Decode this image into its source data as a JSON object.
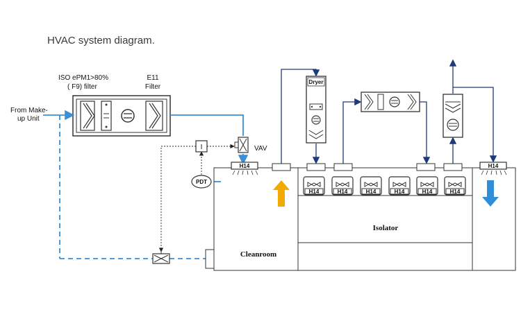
{
  "title": "HVAC system diagram.",
  "labels": {
    "from_makeup_line1": "From Make-",
    "from_makeup_line2": "up Unit",
    "prefilter_line1": "ISO ePM1>80%",
    "prefilter_line2": "( F9) filter",
    "final_filter_line1": "E11",
    "final_filter_line2": "Filter",
    "vav": "VAV",
    "pdt": "PDT",
    "controller": "I",
    "dryer": "Dryer",
    "cleanroom": "Cleanroom",
    "isolator": "Isolator",
    "hepa": "H14"
  },
  "colors": {
    "supply_air": "#3b8fd4",
    "return_air": "#1f3a7a",
    "upflow_arrow": "#f2a900",
    "downflow_arrow": "#2f8fd6",
    "outline": "#333333"
  },
  "icons": [
    "fan-icon",
    "filter-icon",
    "damper-icon",
    "hepa-filter-icon",
    "up-arrow-icon",
    "down-arrow-icon"
  ]
}
